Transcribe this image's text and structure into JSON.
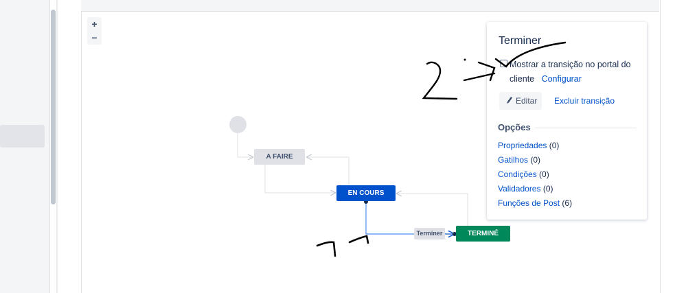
{
  "zoom": {
    "in_label": "+",
    "out_label": "−"
  },
  "statuses": {
    "a_faire": "A FAIRE",
    "en_cours": "EN COURS",
    "termine": "TERMINÉ"
  },
  "transition": {
    "label": "Terminer"
  },
  "panel": {
    "title": "Terminer",
    "show_in_portal_label": "Mostrar a transição no portal do cliente",
    "show_in_portal_checked": false,
    "configure_link": "Configurar",
    "edit_button": "Editar",
    "delete_link": "Excluir transição",
    "options_heading": "Opções",
    "options": [
      {
        "label": "Propriedades",
        "count": "(0)"
      },
      {
        "label": "Gatilhos",
        "count": "(0)"
      },
      {
        "label": "Condições",
        "count": "(0)"
      },
      {
        "label": "Validadores",
        "count": "(0)"
      },
      {
        "label": "Funções de Post",
        "count": "(6)"
      }
    ]
  },
  "colors": {
    "accent": "#0052cc",
    "done_green": "#00875a",
    "todo_gray": "#dfe1e6",
    "annotation_ink": "#000000"
  }
}
